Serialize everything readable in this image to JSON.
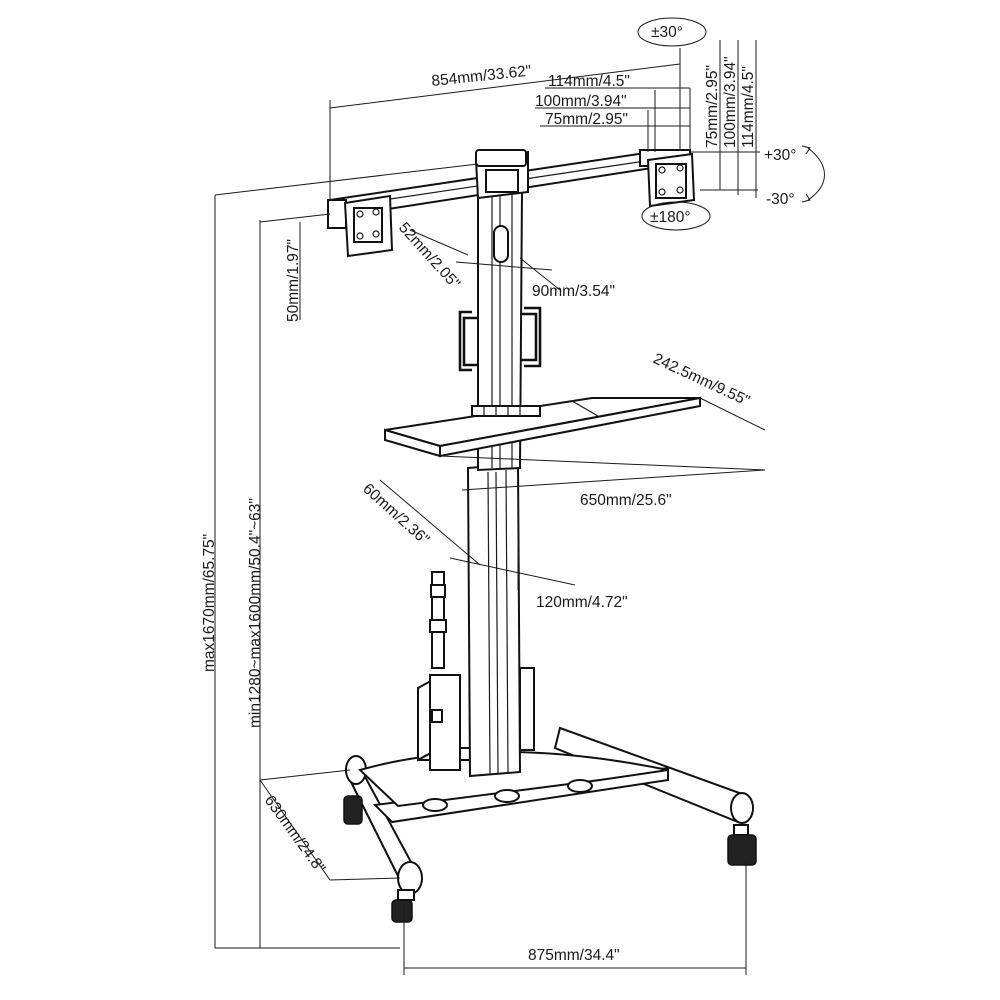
{
  "labels": {
    "width_total": "854mm/33.62\"",
    "vesa_114": "114mm/4.5\"",
    "vesa_100": "100mm/3.94\"",
    "vesa_75": "75mm/2.95\"",
    "vesa_75_v": "75mm/2.95\"",
    "vesa_100_v": "100mm/3.94\"",
    "vesa_114_v": "114mm/4.5\"",
    "swivel": "±30°",
    "tilt_up": "+30°",
    "tilt_down": "-30°",
    "rotate": "±180°",
    "offset_50": "50mm/1.97\"",
    "arm_52": "52mm/2.05\"",
    "arm_90": "90mm/3.54\"",
    "shelf_depth": "242.5mm/9.55\"",
    "shelf_width": "650mm/25.6\"",
    "col_60": "60mm/2.36\"",
    "col_120": "120mm/4.72\"",
    "height_max": "max1670mm/65.75\"",
    "height_range": "min1280~max1600mm/50.4\"~63\"",
    "base_depth": "630mm/24.8\"",
    "base_width": "875mm/34.4\""
  }
}
